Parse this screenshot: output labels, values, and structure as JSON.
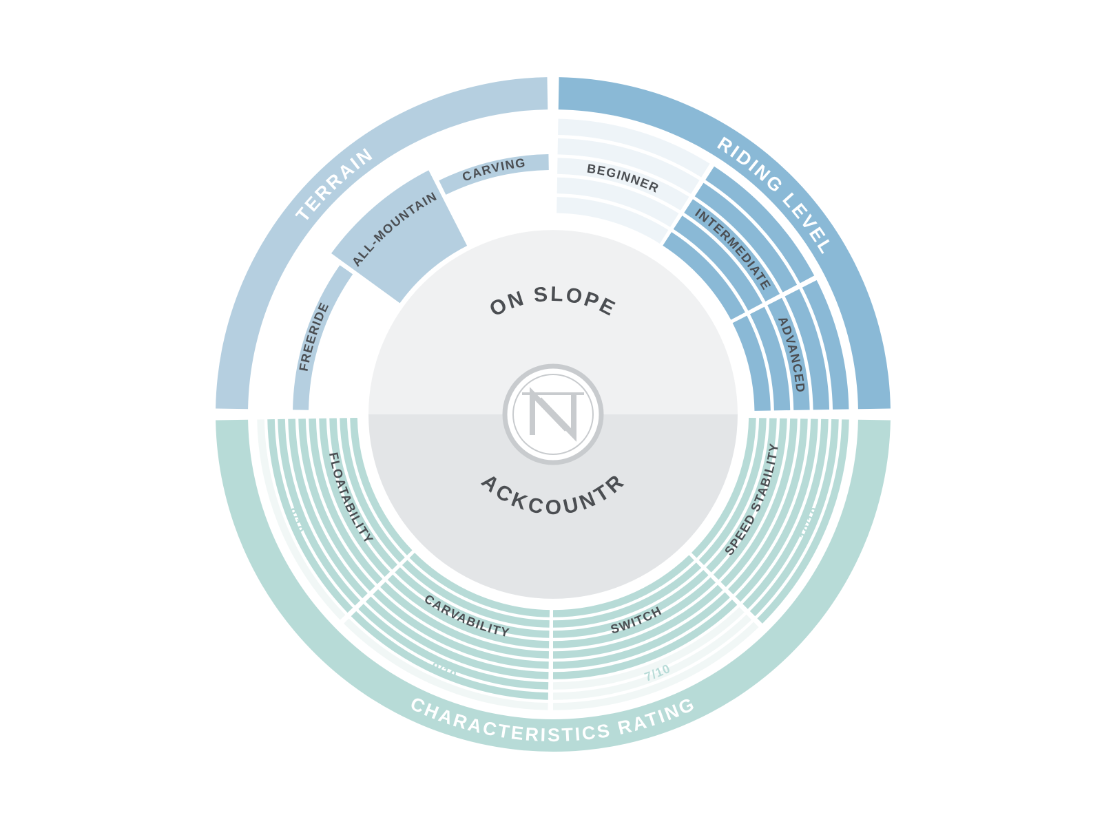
{
  "colors": {
    "terrain": "#b5cfe0",
    "riding": "#8ab9d6",
    "riding_faint": "#eef4f8",
    "characteristics": "#b7dbd7",
    "characteristics_faint": "#f1f7f6",
    "center_top": "#f0f1f2",
    "center_bottom": "#e3e5e7",
    "label_dark": "#4b4e52",
    "label_light": "#ffffff",
    "logo": "#c8cbce"
  },
  "sections": {
    "terrain": "TERRAIN",
    "riding_level": "RIDING LEVEL",
    "characteristics": "CHARACTERISTICS RATING"
  },
  "center": {
    "top": "ON SLOPE",
    "bottom": "BACKCOUNTRY",
    "logo_icon": "n-logo-icon"
  },
  "terrain": {
    "items": [
      {
        "label": "FREERIDE",
        "highlight": false
      },
      {
        "label": "ALL-MOUNTAIN",
        "highlight": true
      },
      {
        "label": "CARVING",
        "highlight": false
      }
    ]
  },
  "riding_level": {
    "items": [
      {
        "label": "BEGINNER",
        "active": false
      },
      {
        "label": "INTERMEDIATE",
        "active": true
      },
      {
        "label": "ADVANCED",
        "active": true
      }
    ]
  },
  "characteristics": {
    "items": [
      {
        "label": "FLOATABILITY",
        "rating": "9/10",
        "score": 9
      },
      {
        "label": "CARVABILITY",
        "rating": "9/10",
        "score": 9
      },
      {
        "label": "SWITCH",
        "rating": "7/10",
        "score": 7
      },
      {
        "label": "SPEED STABILITY",
        "rating": "10/10",
        "score": 10
      }
    ]
  }
}
